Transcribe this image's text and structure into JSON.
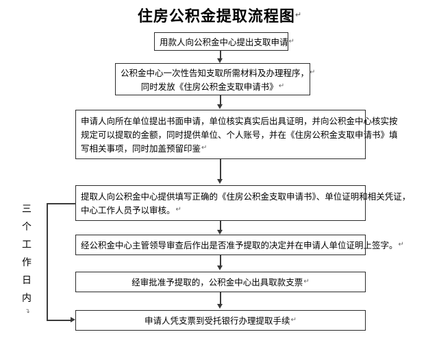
{
  "title": {
    "text": "住房公积金提取流程图",
    "mark": "↵"
  },
  "side_label": {
    "chars": [
      "三",
      "个",
      "工",
      "作",
      "日",
      "内"
    ],
    "mark": "↵"
  },
  "flow": {
    "type": "flowchart",
    "orientation": "top-to-bottom",
    "nodes": [
      {
        "id": "step1",
        "name": "applicant-submits-request",
        "lines": [
          "用款人向公积金中心提出支取申请"
        ],
        "marks": [
          "↵"
        ],
        "align": "center"
      },
      {
        "id": "step2",
        "name": "center-informs-materials",
        "lines": [
          "公积金中心一次性告知支取所需材料及办理程序，",
          "同时发放《住房公积金支取申请书》"
        ],
        "marks": [
          "↵",
          "↵"
        ],
        "align": "center"
      },
      {
        "id": "step3",
        "name": "written-application-to-employer",
        "lines": [
          "申请人向所在单位提出书面申请，单位核实真实后出具证明，并向公积金中心核实按",
          "规定可以提取的金额，同时提供单位、个人账号，并在《住房公积金支取申请书》填",
          "写相关事项，同时加盖预留印鉴"
        ],
        "marks": [
          "",
          "",
          "↵"
        ],
        "align": "justify"
      },
      {
        "id": "step4",
        "name": "submit-documents-for-review",
        "lines": [
          "提取人向公积金中心提供填写正确的《住房公积金支取申请书》、单位证明和相关凭证，",
          "中心工作人员予以审核。"
        ],
        "marks": [
          "",
          "↵"
        ],
        "align": "justify"
      },
      {
        "id": "step5",
        "name": "leader-approval-and-signature",
        "lines": [
          "经公积金中心主管领导审查后作出是否准予提取的决定并在申请人单位证明上签字。"
        ],
        "marks": [
          "↵"
        ],
        "align": "center"
      },
      {
        "id": "step6",
        "name": "center-issues-cheque",
        "lines": [
          "经审批准予提取的，公积金中心出具取款支票"
        ],
        "marks": [
          "↵"
        ],
        "align": "center"
      },
      {
        "id": "step7",
        "name": "withdraw-at-entrusted-bank",
        "lines": [
          "申请人凭支票到受托银行办理提取手续"
        ],
        "marks": [
          "↵"
        ],
        "align": "center"
      }
    ],
    "edges": [
      {
        "from": "step1",
        "to": "step2",
        "style": "arrow-down"
      },
      {
        "from": "step2",
        "to": "step3",
        "style": "arrow-down"
      },
      {
        "from": "step3",
        "to": "step4",
        "style": "arrow-down"
      },
      {
        "from": "step4",
        "to": "step5",
        "style": "arrow-down"
      },
      {
        "from": "step5",
        "to": "step6",
        "style": "arrow-down"
      },
      {
        "from": "step6",
        "to": "step7",
        "style": "arrow-down"
      },
      {
        "from": "step4",
        "to": "step7",
        "style": "bracket-left-arrow-right",
        "label": "三个工作日内"
      }
    ]
  },
  "colors": {
    "background": "#ffffff",
    "border": "#2a2a2a",
    "connector": "#3a3a3a",
    "text": "#000000",
    "mark": "#666666"
  }
}
